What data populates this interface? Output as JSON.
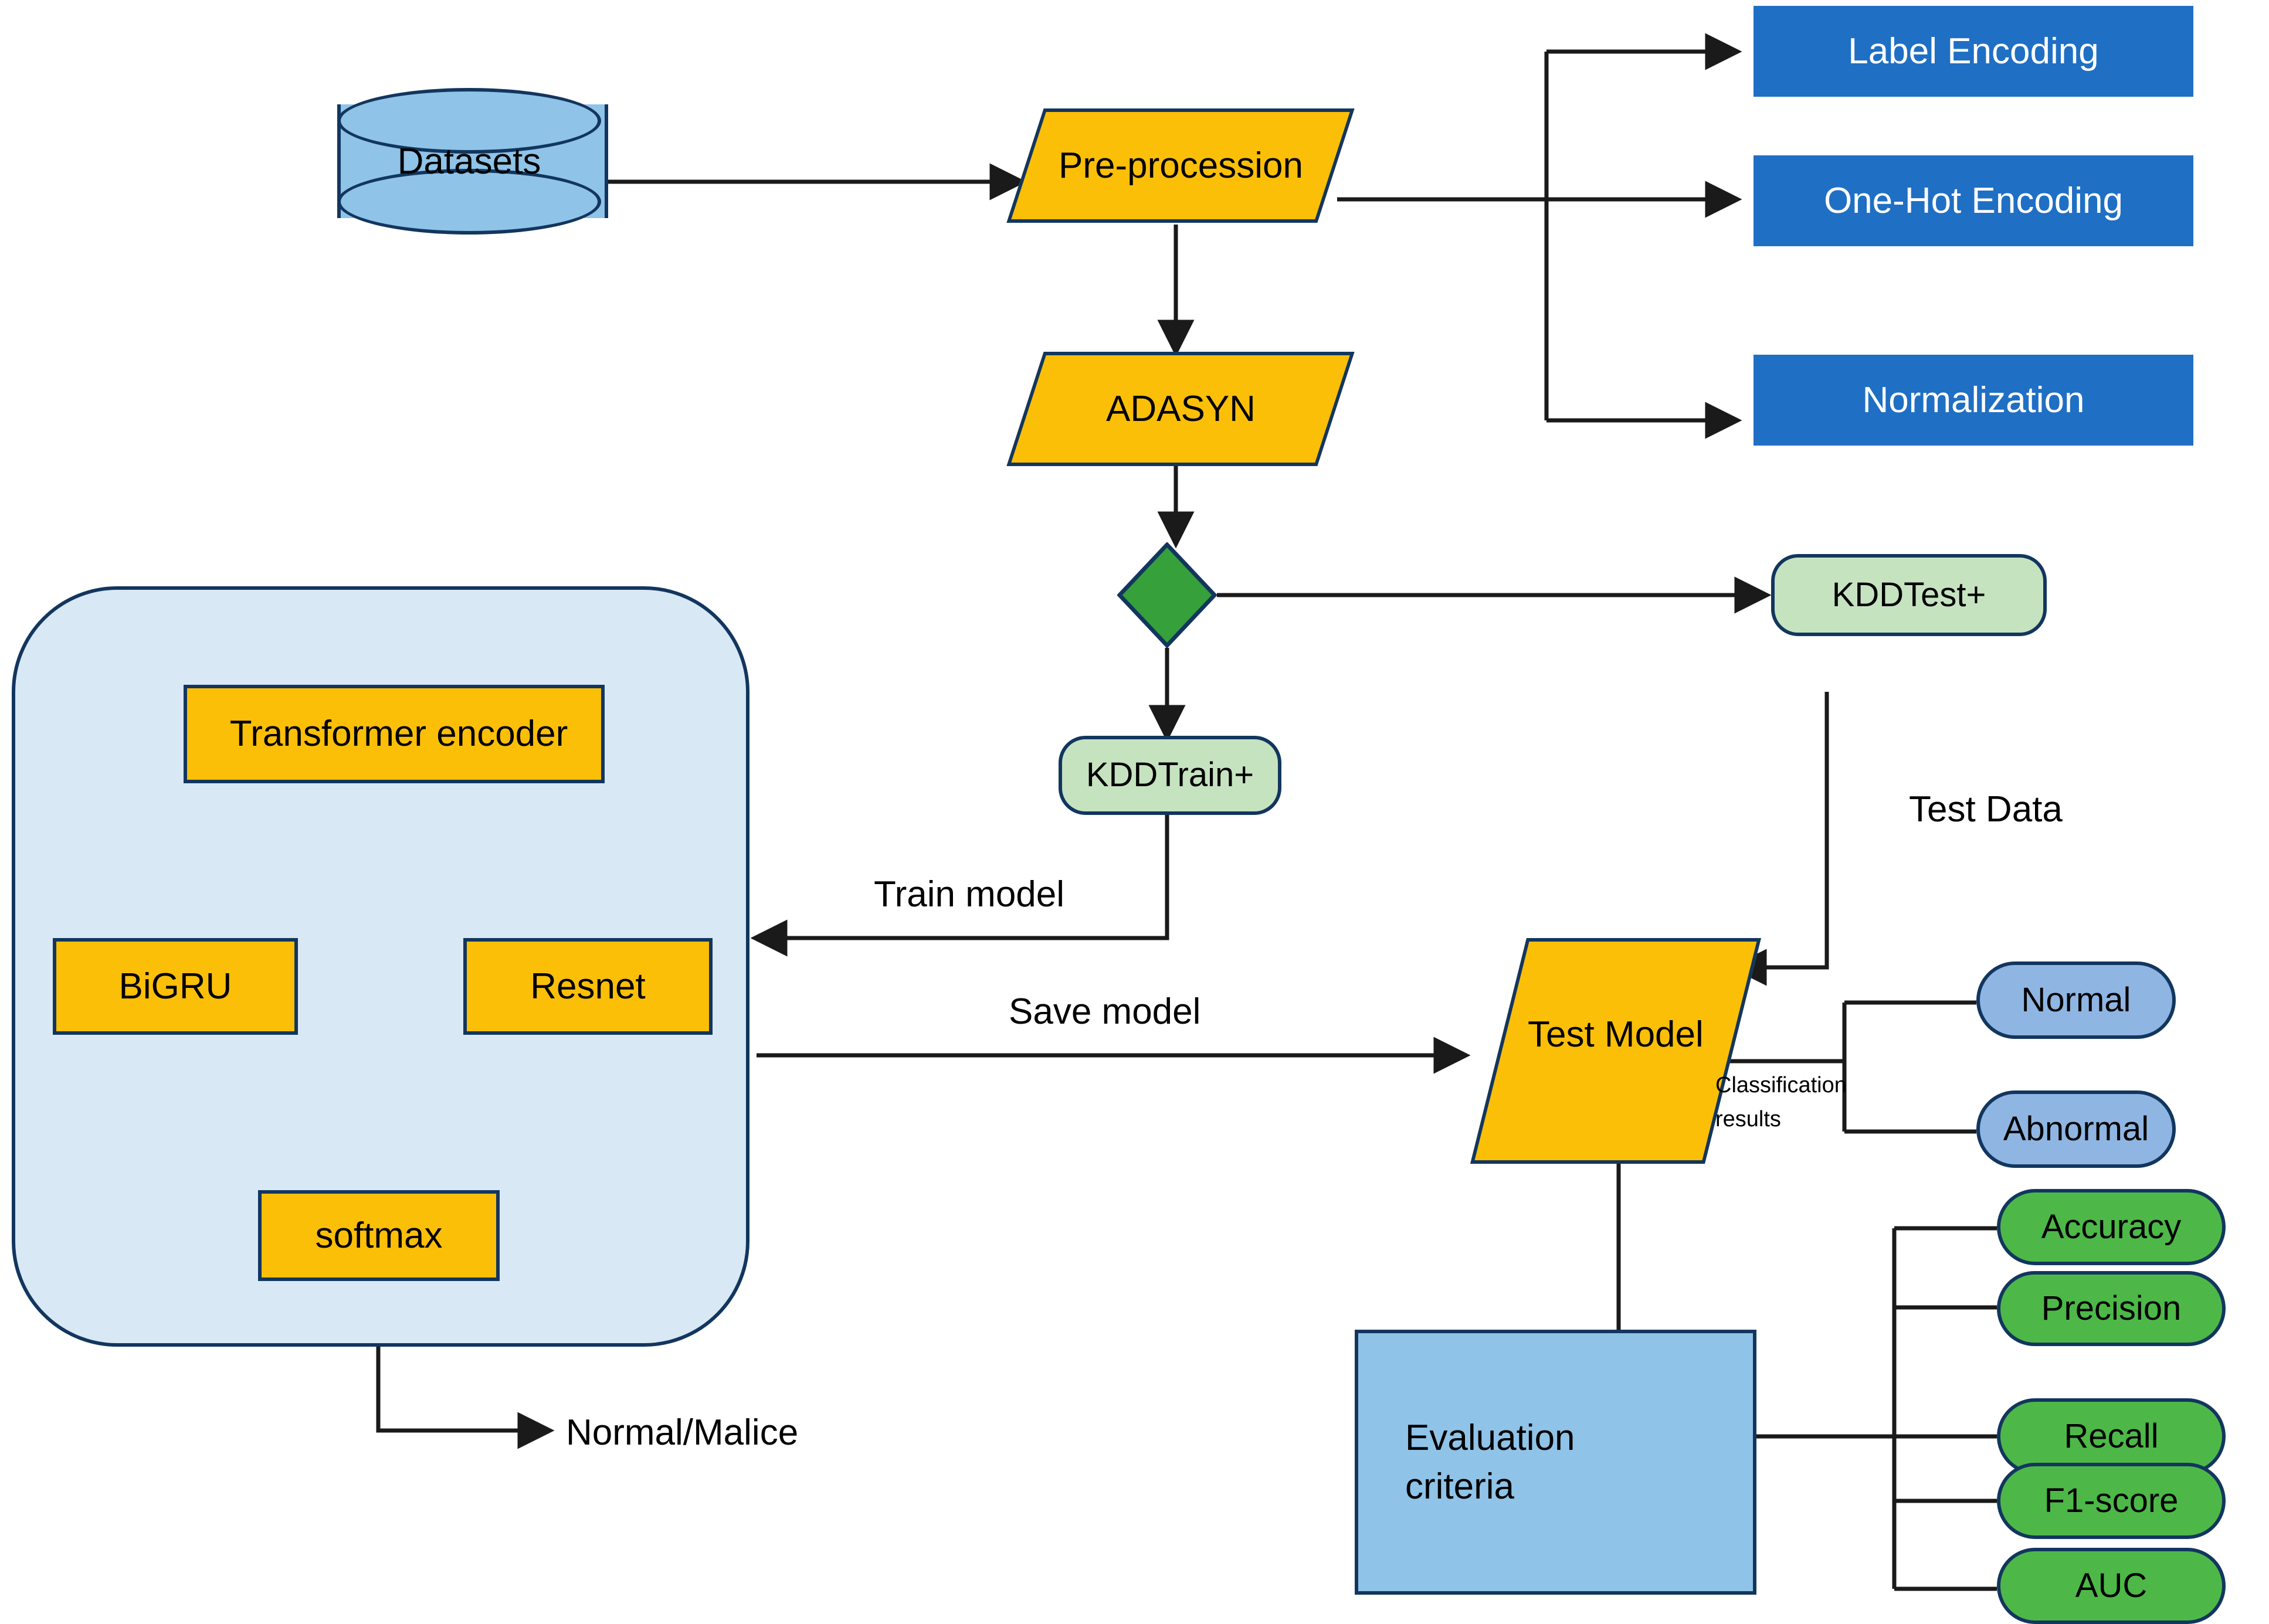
{
  "diagram": {
    "title": "Intrusion detection model workflow",
    "colors": {
      "orange": "#FCBF07",
      "dark_blue_border": "#12365E",
      "blue_box": "#1F6FC4",
      "light_blue_fill": "#8FC3E8",
      "container_fill": "#D9E8F5",
      "green_diamond": "#35A githubplaceholder",
      "green_pill": "#4DB848",
      "pale_green": "#C6E3C0",
      "blue_pill": "#8FB6E3"
    }
  },
  "nodes": {
    "datasets": "Datasets",
    "pre_procession": "Pre-procession",
    "adasyn": "ADASYN",
    "kdd_train": "KDDTrain+",
    "kdd_test": "KDDTest+",
    "test_model": "Test Model",
    "evaluation_criteria_line1": "Evaluation",
    "evaluation_criteria_line2": "criteria",
    "transformer_encoder": "Transformer encoder",
    "bigru": "BiGRU",
    "resnet": "Resnet",
    "softmax": "softmax"
  },
  "preprocessing_steps": [
    {
      "label": "Label Encoding"
    },
    {
      "label": "One-Hot Encoding"
    },
    {
      "label": "Normalization"
    }
  ],
  "classification_results": [
    {
      "label": "Normal"
    },
    {
      "label": "Abnormal"
    }
  ],
  "metrics": [
    {
      "label": "Accuracy"
    },
    {
      "label": "Precision"
    },
    {
      "label": "Recall"
    },
    {
      "label": "F1-score"
    },
    {
      "label": "AUC"
    }
  ],
  "edge_labels": {
    "train_model": "Train model",
    "save_model": "Save model",
    "test_data": "Test Data",
    "classification_results_l1": "Classification",
    "classification_results_l2": "results",
    "normal_malice": "Normal/Malice"
  }
}
